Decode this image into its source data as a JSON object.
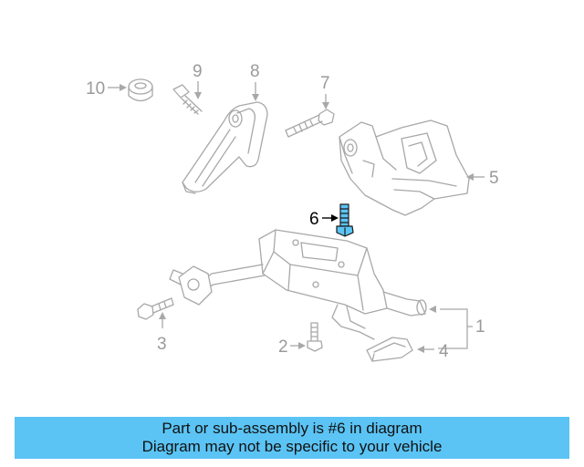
{
  "callouts": {
    "c1": "1",
    "c2": "2",
    "c3": "3",
    "c4": "4",
    "c5": "5",
    "c6": "6",
    "c7": "7",
    "c8": "8",
    "c9": "9",
    "c10": "10"
  },
  "highlight_color": "#5bc4f5",
  "banner": {
    "line1": "Part or sub-assembly is #6 in diagram",
    "line2": "Diagram may not be specific to your vehicle",
    "color": "#5bc4f5"
  }
}
